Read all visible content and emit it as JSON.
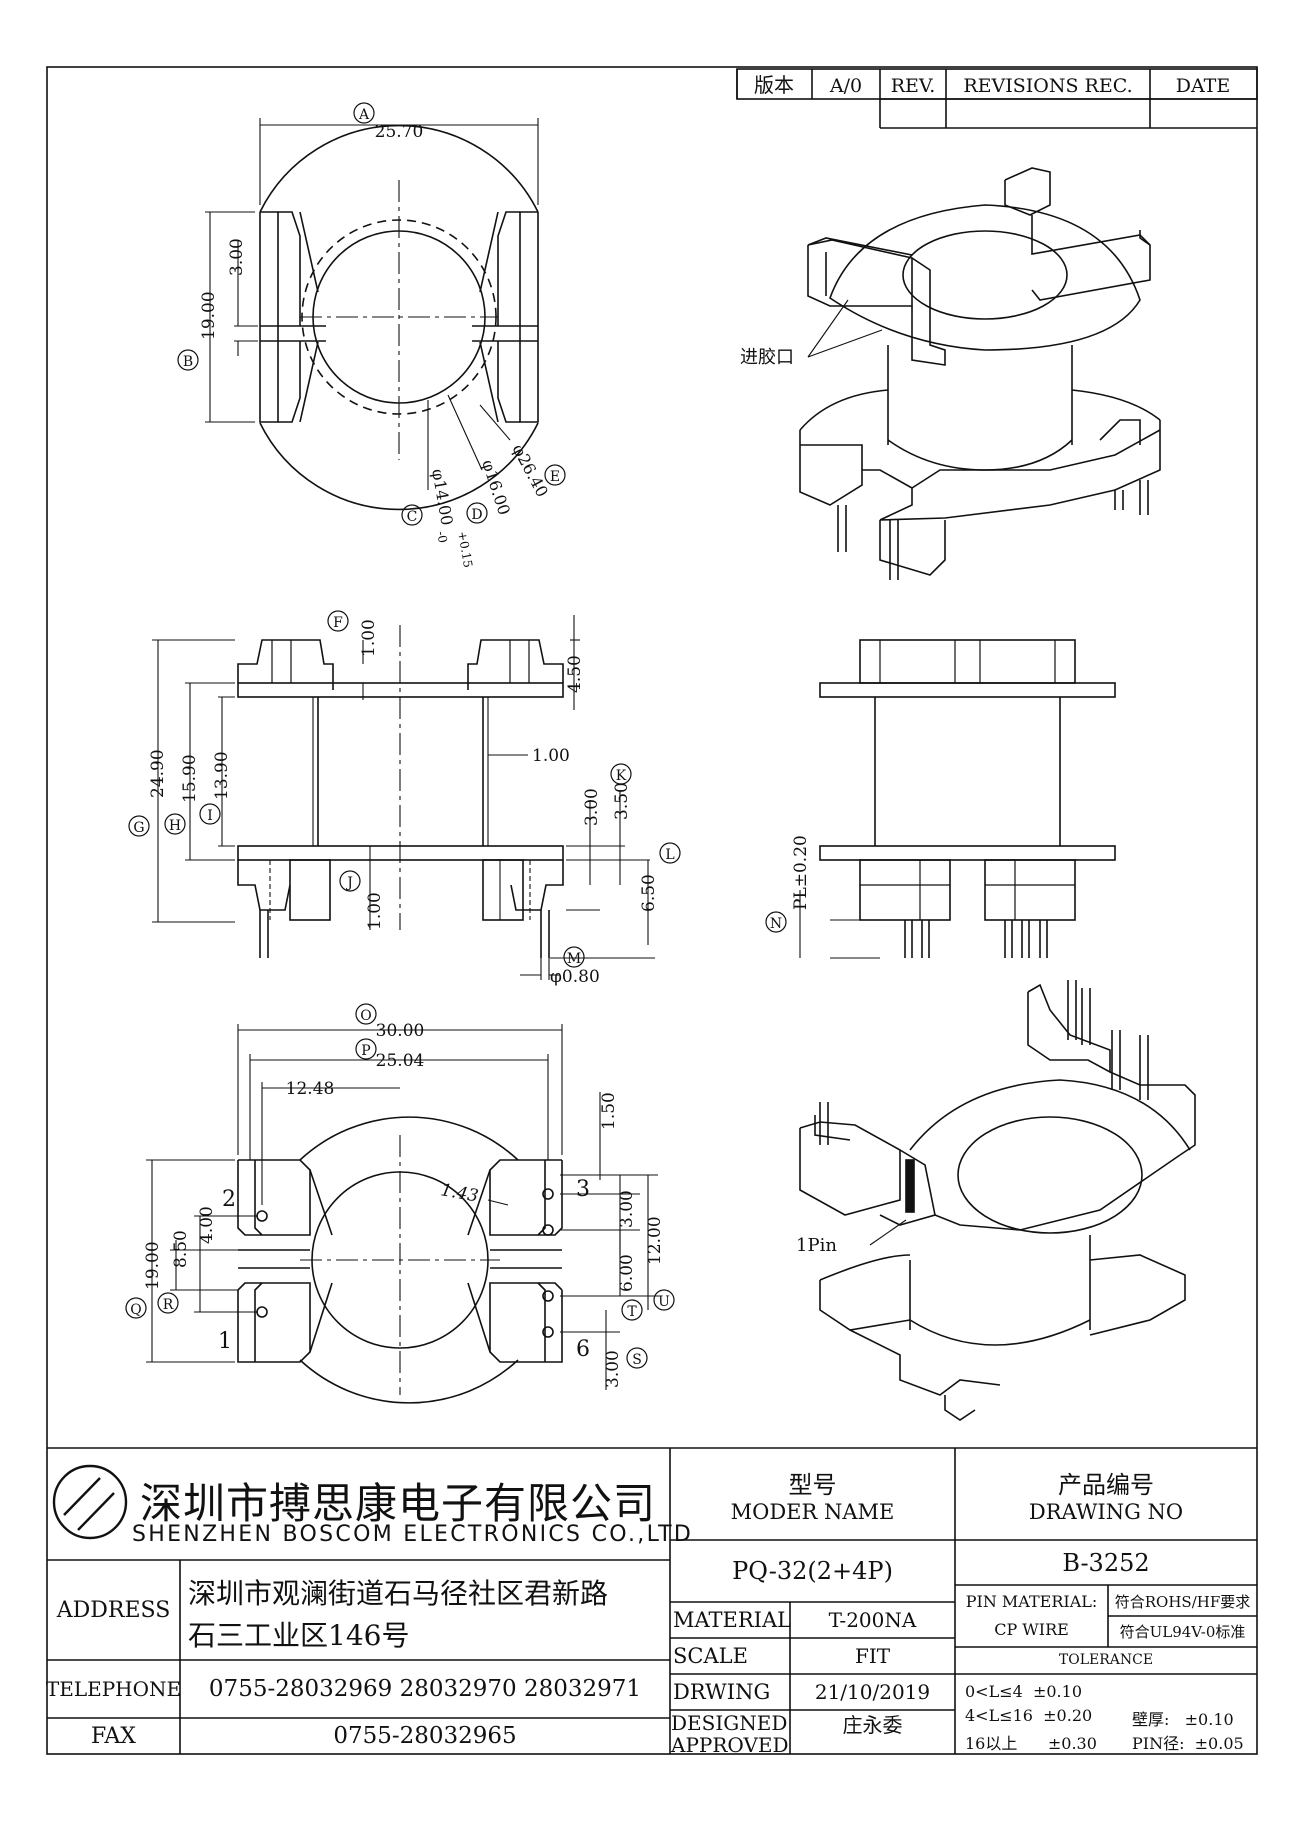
{
  "revision_block": {
    "version_label": "版本",
    "version_value": "A/0",
    "rev_label": "REV.",
    "revisions_label": "REVISIONS REC.",
    "date_label": "DATE"
  },
  "top_view": {
    "dims": {
      "A": "25.70",
      "B": "19.00",
      "gap": "3.00",
      "C": "φ14.00",
      "C_tol_plus": "+0.15",
      "C_tol_minus": "-0",
      "D": "φ16.00",
      "E": "φ26.40"
    },
    "letters": {
      "A": "A",
      "B": "B",
      "C": "C",
      "D": "D",
      "E": "E"
    }
  },
  "iso_top": {
    "gate_label": "进胶口"
  },
  "front_view": {
    "dims": {
      "F": "1.00",
      "top": "4.50",
      "G": "24.90",
      "H": "15.90",
      "I": "13.90",
      "wall": "1.00",
      "J": "1.00",
      "K": "3.50",
      "inner": "3.00",
      "L": "6.50",
      "M": "φ0.80"
    },
    "letters": {
      "F": "F",
      "G": "G",
      "H": "H",
      "I": "I",
      "J": "J",
      "K": "K",
      "L": "L",
      "M": "M"
    }
  },
  "side_view": {
    "dims": {
      "PL": "PL±0.20"
    },
    "letters": {
      "N": "N"
    }
  },
  "bottom_view": {
    "dims": {
      "O": "30.00",
      "P": "25.04",
      "half": "12.48",
      "top": "1.50",
      "slot": "1.43",
      "pitch_r": "3.00",
      "mid": "6.00",
      "U": "12.00",
      "S": "3.00",
      "Q": "19.00",
      "R": "8.50",
      "left_pitch": "4.00"
    },
    "letters": {
      "O": "O",
      "P": "P",
      "Q": "Q",
      "R": "R",
      "S": "S",
      "T": "T",
      "U": "U"
    },
    "pins": [
      "1",
      "2",
      "3",
      "6"
    ]
  },
  "iso_bottom": {
    "pin_label": "1Pin"
  },
  "title_block": {
    "company_cn": "深圳市搏思康电子有限公司",
    "company_en": "SHENZHEN BOSCOM ELECTRONICS CO.,LTD",
    "address_label": "ADDRESS",
    "address_line1": "深圳市观澜街道石马径社区君新路",
    "address_line2": "石三工业区146号",
    "telephone_label": "TELEPHONE",
    "telephone": "0755-28032969 28032970 28032971",
    "fax_label": "FAX",
    "fax": "0755-28032965",
    "model_cn": "型号",
    "model_en": "MODER NAME",
    "model_value": "PQ-32(2+4P)",
    "drawing_cn": "产品编号",
    "drawing_en": "DRAWING NO",
    "drawing_value": "B-3252",
    "material_label": "MATERIAL",
    "material_value": "T-200NA",
    "scale_label": "SCALE",
    "scale_value": "FIT",
    "drwing_label": "DRWING",
    "drwing_value": "21/10/2019",
    "designed_label": "DESIGNED",
    "designed_value": "庄永委",
    "approved_label": "APPROVED",
    "pin_material_label": "PIN MATERIAL:",
    "pin_material_value": "CP WIRE",
    "rohs": "符合ROHS/HF要求",
    "ul": "符合UL94V-0标准",
    "tolerance_label": "TOLERANCE",
    "tol1": "0<L≤4  ±0.10",
    "tol2": "4<L≤16  ±0.20",
    "tol3": "16以上      ±0.30",
    "wall_tol": "壁厚:   ±0.10",
    "pin_tol": "PIN径:  ±0.05"
  }
}
